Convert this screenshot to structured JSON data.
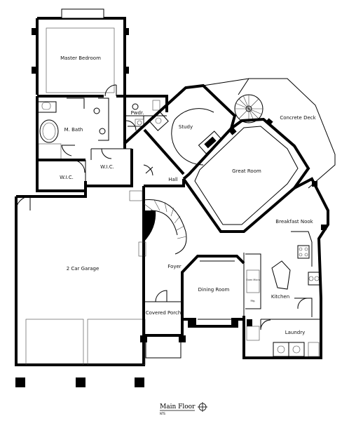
{
  "plan": {
    "title": "Main Floor",
    "scale_note": "NTS"
  },
  "rooms": {
    "master_bedroom": "Master Bedroom",
    "m_bath": "M. Bath",
    "wic_1": "W.I.C.",
    "wic_2": "W.I.C.",
    "pwdr": "Pwdr.",
    "study": "Study",
    "concrete_deck": "Concrete Deck",
    "great_room": "Great Room",
    "hall": "Hall",
    "breakfast_nook": "Breakfast Nook",
    "garage": "2 Car Garage",
    "foyer": "Foyer",
    "dining_room": "Dining Room",
    "kitchen": "Kitchen",
    "covered_porch": "Covered Porch",
    "laundry": "Laundry"
  },
  "small_labels": {
    "oven": "Oven Micro",
    "fridge": "Rfg."
  }
}
